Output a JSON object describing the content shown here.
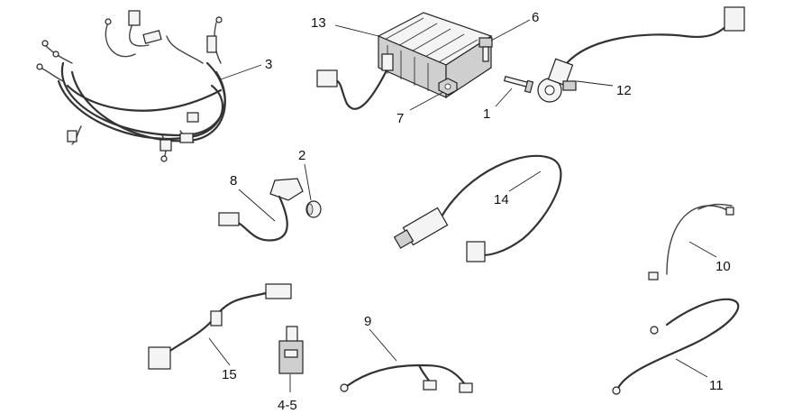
{
  "callouts": {
    "c1": "1",
    "c2": "2",
    "c3": "3",
    "c45": "4-5",
    "c6": "6",
    "c7": "7",
    "c8": "8",
    "c9": "9",
    "c10": "10",
    "c11": "11",
    "c12": "12",
    "c13": "13",
    "c14": "14",
    "c15": "15"
  }
}
